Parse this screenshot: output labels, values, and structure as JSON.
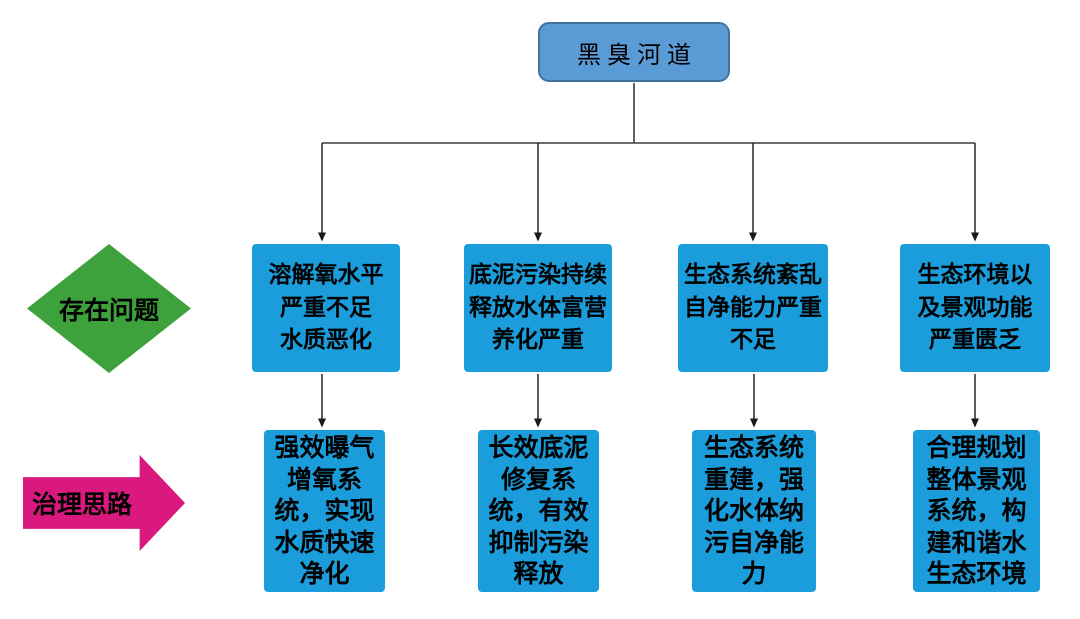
{
  "diagram": {
    "root": "黑臭河道",
    "side_labels": {
      "problems": "存在问题",
      "solutions": "治理思路"
    },
    "columns": [
      {
        "problem": "溶解氧水平\n严重不足\n水质恶化",
        "solution": "强效曝气\n增氧系\n统，实现\n水质快速\n净化"
      },
      {
        "problem": "底泥污染持续\n释放水体富营\n养化严重",
        "solution": "长效底泥\n修复系\n统，有效\n抑制污染\n释放"
      },
      {
        "problem": "生态系统紊乱\n自净能力严重\n不足",
        "solution": "生态系统\n重建，强\n化水体纳\n污自净能\n力"
      },
      {
        "problem": "生态环境以\n及景观功能\n严重匮乏",
        "solution": "合理规划\n整体景观\n系统，构\n建和谐水\n生态环境"
      }
    ],
    "colors": {
      "root_fill": "#5B9BD5",
      "root_border": "#41719C",
      "node_fill": "#1B9DDC",
      "problems_diamond_fill": "#3EA23C",
      "solutions_arrow_fill": "#D9197D",
      "connector_line": "#3A3A3A",
      "text": "#000000"
    }
  }
}
